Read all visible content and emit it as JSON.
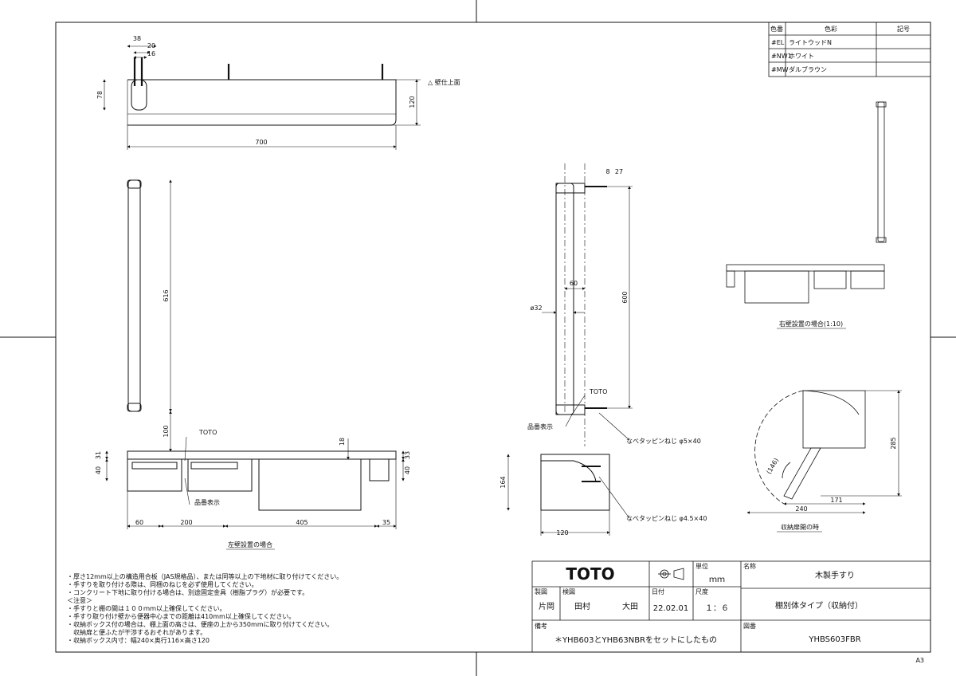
{
  "color_table": {
    "headers": [
      "色番",
      "色彩",
      "記号"
    ],
    "rows": [
      {
        "code": "#EL",
        "name": "ライトウッドN"
      },
      {
        "code": "#NW1",
        "name": "ホワイト"
      },
      {
        "code": "#MW",
        "name": "ダルブラウン"
      }
    ]
  },
  "dimensions": {
    "d38": "38",
    "d20": "20",
    "d16": "16",
    "d78": "78",
    "d120": "120",
    "d700": "700",
    "d616": "616",
    "d100": "100",
    "d31": "31",
    "d40a": "40",
    "d18": "18",
    "d40b": "40",
    "d33": "33",
    "d60a": "60",
    "d200": "200",
    "d405": "405",
    "d35": "35",
    "d8": "8",
    "d27": "27",
    "d60b": "60",
    "d32": "ø32",
    "d600": "600",
    "d164": "164",
    "d120b": "120",
    "d285": "285",
    "d146": "(146)",
    "d171": "171",
    "d240": "240"
  },
  "labels": {
    "wall_top": "△ 壁仕上面",
    "toto_mark_left": "TOTO",
    "toto_mark_side": "TOTO",
    "product_label_left": "品番表示",
    "product_label_side": "品番表示",
    "left_wall_title": "左壁設置の場合",
    "right_wall_title": "右壁設置の場合(1:10)",
    "storage_open_title": "収納扉開の時",
    "screw1": "なべタッピンねじ φ5×40",
    "screw2": "なべタッピンねじ φ4.5×40"
  },
  "notes": [
    "・厚さ12mm以上の構造用合板（JAS規格品）、または同等以上の下地材に取り付けてください。",
    "・手すりを取り付ける際は、同梱のねじを必ず使用してください。",
    "・コンクリート下地に取り付ける場合は、別途固定金具（樹脂プラグ）が必要です。",
    "＜注意＞",
    "・手すりと棚の間は１００ｍｍ以上確保してください。",
    "・手すり取り付け壁から便器中心までの距離は410mm以上確保してください。",
    "・収納ボックス付の場合は、棚上面の高さは、便座の上から350mmに取り付けてください。",
    "　収納扉と便ふたが干渉するおそれがあります。",
    "・収納ボックス内寸：幅240×奥行116×高さ120"
  ],
  "title_block": {
    "logo": "TOTO",
    "unit_label": "単位",
    "unit_value": "ｍｍ",
    "name_label": "名称",
    "name_value": "木製手すり",
    "drawn_label": "製図",
    "drawn_value": "片岡",
    "checked_label": "検図",
    "checked_value_1": "田村",
    "checked_value_2": "大田",
    "date_label": "日付",
    "date_value": "22.02.01",
    "scale_label": "尺度",
    "scale_value": "１：６",
    "subtitle": "棚別体タイプ（収納付）",
    "remarks_label": "備考",
    "remarks_value": "＊YHB603とYHB63NBRをセットにしたもの",
    "drawing_no_label": "図番",
    "drawing_no_value": "YHBS603FBR"
  },
  "sheet_size": "A3"
}
